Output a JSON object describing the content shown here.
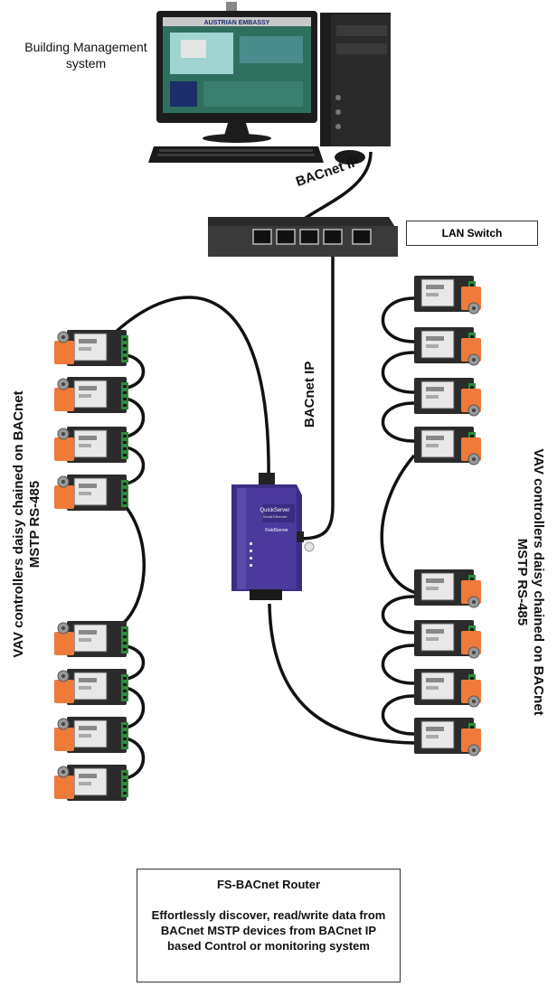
{
  "labels": {
    "bms": "Building Management system",
    "bacnet_ip_top": "BACnet IP",
    "bacnet_ip_mid": "BACnet IP",
    "lan_switch": "LAN Switch",
    "vav_left": "VAV controllers daisy chained on BACnet MSTP RS-485",
    "vav_right": "VAV controllers daisy chained on BACnet MSTP RS-485"
  },
  "router": {
    "title": "FS-BACnet Router",
    "description": "Effortlessly discover, read/write data from BACnet MSTP devices from BACnet IP based Control or monitoring system"
  },
  "device": {
    "brand": "QuickServer",
    "subtitle": "Serial-Ethernet",
    "maker": "FieldServer"
  },
  "monitor": {
    "screen_title": "AUSTRIAN EMBASSY"
  },
  "colors": {
    "controller_orange": "#f07a3a",
    "terminal_green": "#2e8b3e",
    "router_purple": "#4b3a9c",
    "cable": "#111111"
  }
}
